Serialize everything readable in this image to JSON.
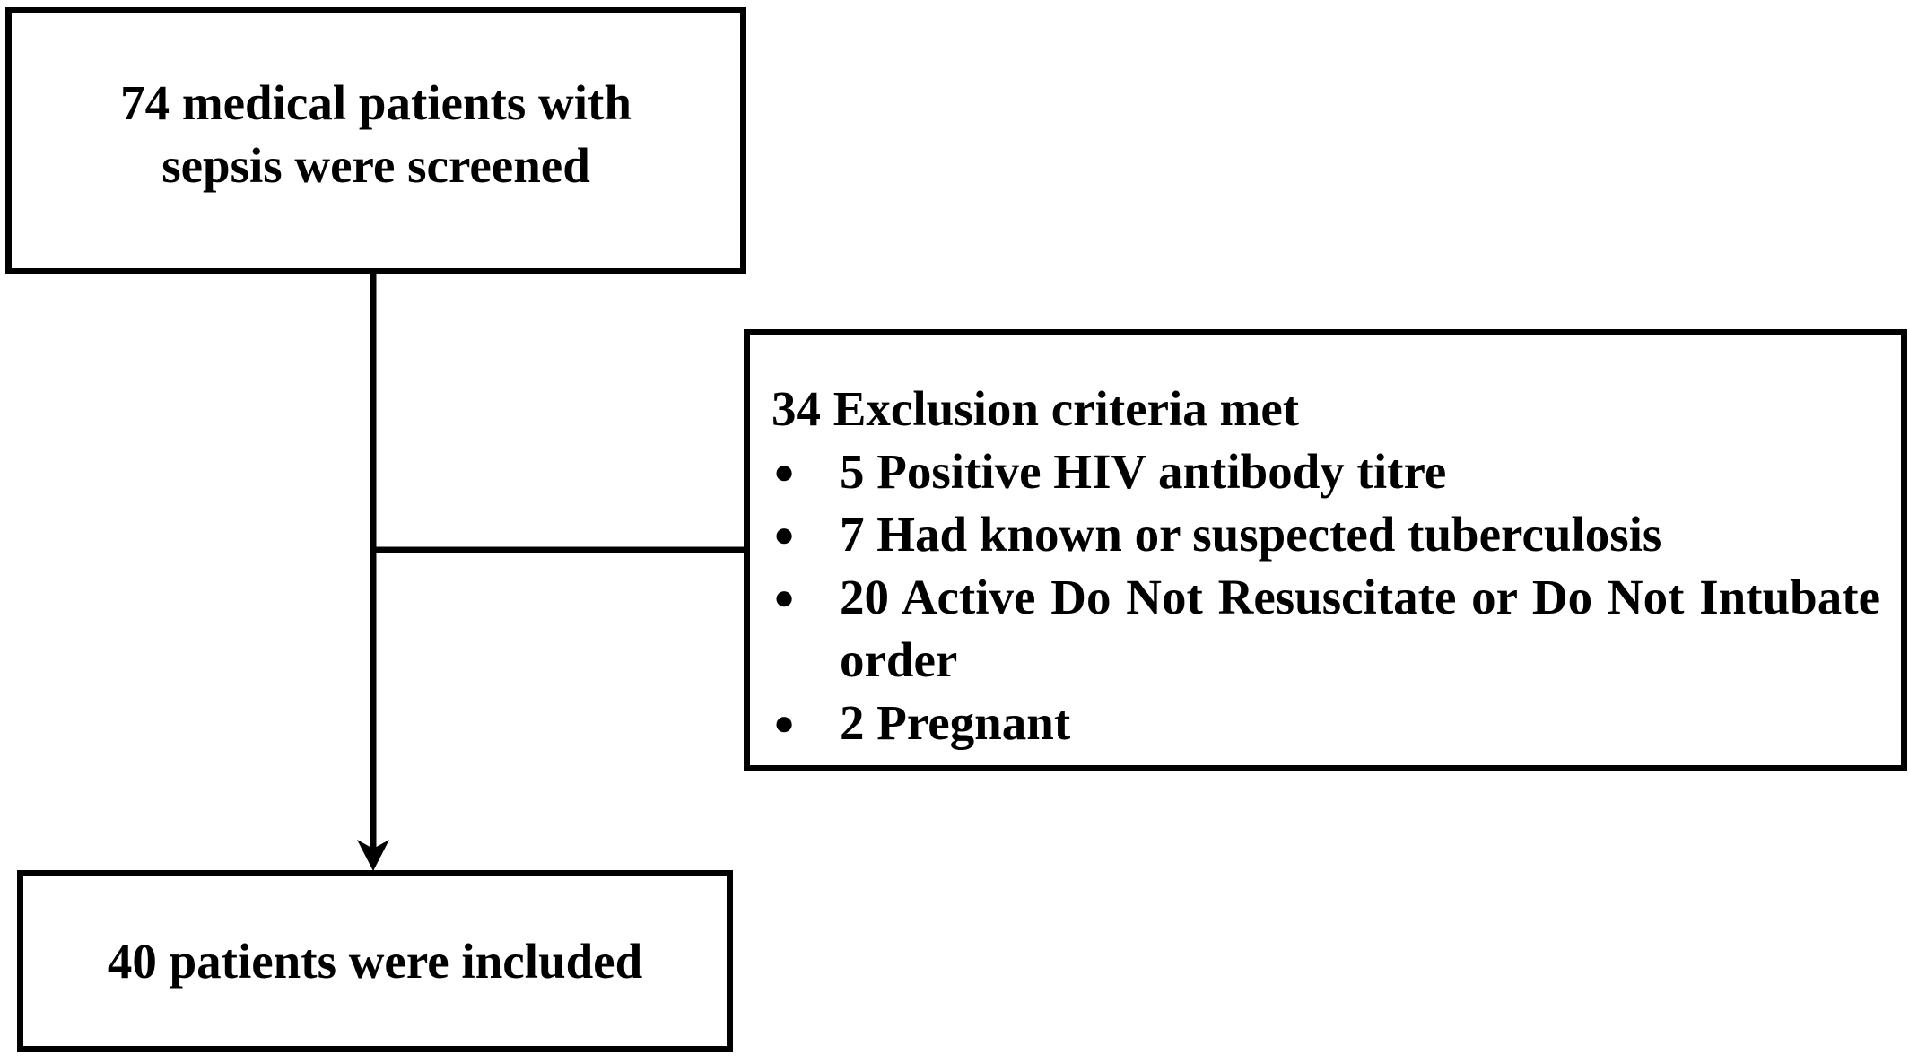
{
  "screened": {
    "line1": "74 medical patients with",
    "line2": "sepsis were screened"
  },
  "exclusion": {
    "title": "34 Exclusion criteria met",
    "items": [
      "5 Positive HIV antibody titre",
      "7 Had known or suspected tuberculosis",
      "20 Active Do Not Resuscitate or Do Not Intubate order",
      "2 Pregnant"
    ]
  },
  "included": {
    "label": "40 patients were included"
  }
}
